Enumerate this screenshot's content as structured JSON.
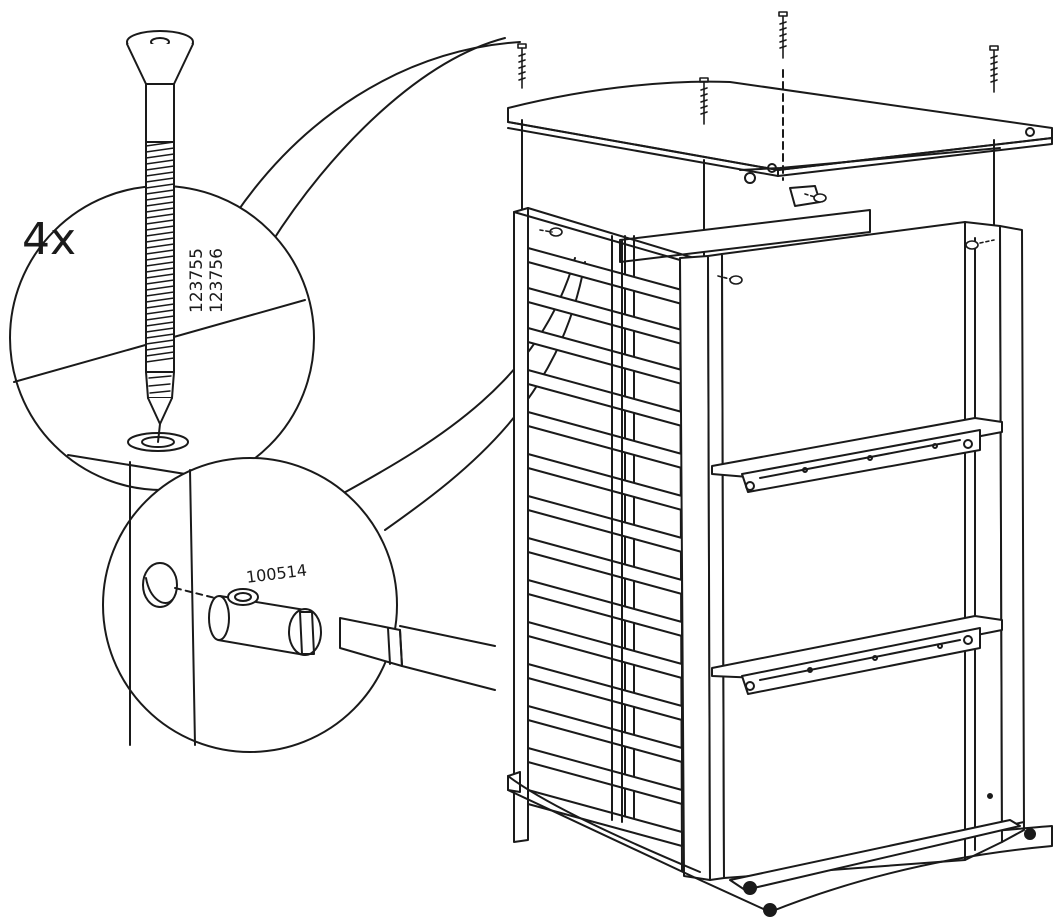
{
  "callout_screw": {
    "quantity_label": "4x",
    "part_numbers": [
      "123755",
      "123756"
    ]
  },
  "callout_cam_lock": {
    "part_number": "100514"
  },
  "colors": {
    "ink": "#1a1a1a",
    "paper": "#ffffff"
  }
}
